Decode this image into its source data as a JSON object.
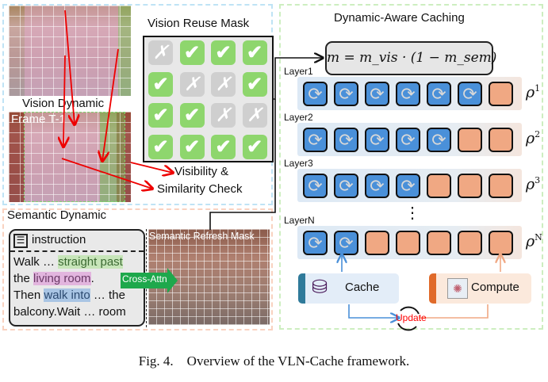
{
  "vision": {
    "section_label": "Vision Dynamic",
    "frame_label": "Frame T-1",
    "mask_title": "Vision Reuse Mask",
    "mask_grid": [
      [
        false,
        true,
        true,
        true
      ],
      [
        true,
        false,
        false,
        true
      ],
      [
        true,
        true,
        false,
        false
      ],
      [
        true,
        true,
        true,
        true
      ]
    ],
    "check_label_line1": "Visibility &",
    "check_label_line2": "Similarity Check"
  },
  "semantic": {
    "section_label": "Semantic Dynamic",
    "instruction_header": "instruction",
    "instruction_lines": [
      {
        "pre": "Walk … ",
        "hl": "straight past",
        "post": ""
      },
      {
        "pre": "the ",
        "hl": "living room",
        "post": "."
      },
      {
        "pre": "Then ",
        "hl": "walk into",
        "post": " … the"
      },
      {
        "pre": "balcony.Wait … room",
        "hl": "",
        "post": ""
      }
    ],
    "refresh_mask_label": "Semantic Refresh Mask",
    "cross_attn_label": "Cross-Attn"
  },
  "caching": {
    "title": "Dynamic-Aware Caching",
    "formula": "m = m_vis · (1 − m_sem)",
    "layers": [
      {
        "label": "Layer1",
        "rho_sup": "1",
        "cached": 6,
        "total": 7
      },
      {
        "label": "Layer2",
        "rho_sup": "2",
        "cached": 5,
        "total": 7
      },
      {
        "label": "Layer3",
        "rho_sup": "3",
        "cached": 4,
        "total": 7
      },
      {
        "label": "LayerN",
        "rho_sup": "N",
        "cached": 2,
        "total": 7
      }
    ],
    "ellipsis": "⋮",
    "cache_label": "Cache",
    "compute_label": "Compute",
    "update_label": "Update",
    "colors": {
      "cached": "#4a90d9",
      "compute": "#f0a883",
      "update": "#ff0000"
    }
  },
  "caption": "Fig. 4.    Overview of the VLN-Cache framework."
}
